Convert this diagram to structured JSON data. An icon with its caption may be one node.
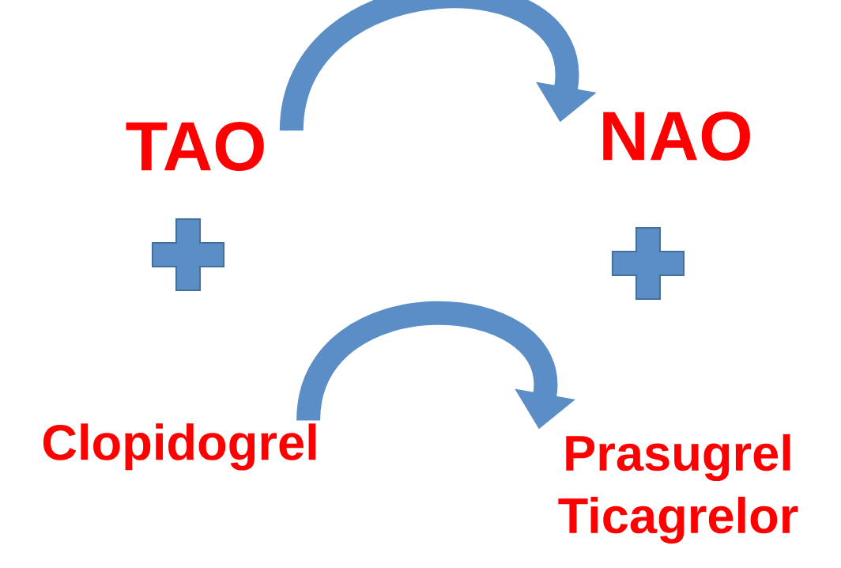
{
  "diagram": {
    "nodes": [
      {
        "text": [
          "TAO"
        ]
      },
      {
        "text": [
          "NAO"
        ]
      },
      {
        "text": [
          "Clopidogrel"
        ]
      },
      {
        "text": [
          "Prasugrel",
          "Ticagrelor"
        ]
      }
    ],
    "edges": [
      {
        "from": 0,
        "to": 1,
        "arrow": "to"
      },
      {
        "from": 2,
        "to": 3,
        "arrow": "to"
      }
    ]
  }
}
